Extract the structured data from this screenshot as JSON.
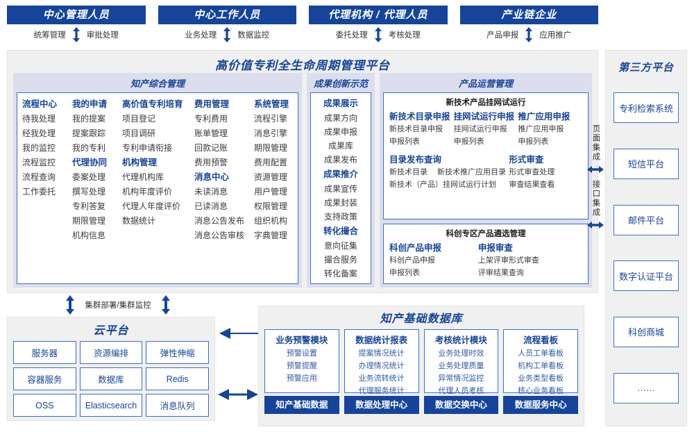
{
  "actors": [
    {
      "title": "中心管理人员",
      "left": "统筹管理",
      "right": "审批处理"
    },
    {
      "title": "中心工作人员",
      "left": "业务处理",
      "right": "数据监控"
    },
    {
      "title": "代理机构 / 代理人员",
      "left": "委托处理",
      "right": "考核处理"
    },
    {
      "title": "产业链企业",
      "left": "产品申报",
      "right": "应用推广"
    }
  ],
  "platform": {
    "title": "高价值专利全生命周期管理平台",
    "zones": {
      "ip_mgmt": {
        "title": "知产综合管理",
        "columns": [
          {
            "groups": [
              {
                "header": "流程中心",
                "items": [
                  "待我处理",
                  "经我处理",
                  "我的监控",
                  "流程监控",
                  "流程查询",
                  "工作委托"
                ]
              }
            ]
          },
          {
            "groups": [
              {
                "header": "我的申请",
                "items": [
                  "我的提案",
                  "提案跟踪",
                  "我的专利"
                ]
              },
              {
                "header": "代理协同",
                "items": [
                  "委案处理",
                  "撰写处理",
                  "专利答复",
                  "期限管理",
                  "机构信息"
                ]
              }
            ]
          },
          {
            "groups": [
              {
                "header": "高价值专利培育",
                "items": [
                  "项目登记",
                  "项目调研",
                  "专利申请衔接"
                ]
              },
              {
                "header": "机构管理",
                "items": [
                  "代理机构库",
                  "机构年度评价",
                  "代理人年度评价",
                  "数据统计"
                ]
              }
            ]
          },
          {
            "groups": [
              {
                "header": "费用管理",
                "items": [
                  "专利费用",
                  "账单管理",
                  "回款记账",
                  "费用预警"
                ]
              },
              {
                "header": "消息中心",
                "items": [
                  "未读消息",
                  "已读消息",
                  "消息公告发布",
                  "消息公告审核"
                ]
              }
            ]
          },
          {
            "groups": [
              {
                "header": "系统管理",
                "items": [
                  "流程引擎",
                  "消息引擎",
                  "期限管理",
                  "费用配置",
                  "资源管理",
                  "用户管理",
                  "权限管理",
                  "组织机构",
                  "字典管理"
                ]
              }
            ]
          }
        ]
      },
      "achievements": {
        "title": "成果创新示范",
        "groups": [
          {
            "header": "成果展示",
            "items": [
              "成果方向",
              "成果申报",
              "成果库",
              "成果发布"
            ]
          },
          {
            "header": "成果推介",
            "items": [
              "成果宣传",
              "成果封装",
              "支持政策"
            ]
          },
          {
            "header": "转化撮合",
            "items": [
              "意向征集",
              "撮合服务",
              "转化备案"
            ]
          }
        ]
      },
      "product_ops": {
        "title": "产品运营管理",
        "box1": {
          "caption": "新技术产品挂网试运行",
          "row1": [
            {
              "header": "新技术目录申报",
              "items": [
                "新技术目录申报",
                "申报列表"
              ]
            },
            {
              "header": "挂网试运行申报",
              "items": [
                "挂网试运行申报",
                "申报列表"
              ]
            },
            {
              "header": "推广应用申报",
              "items": [
                "推广应用申报",
                "申报列表"
              ]
            }
          ],
          "row2_left": {
            "header": "目录发布查询",
            "inline": [
              "新技术目录",
              "新技术推广应用目录"
            ],
            "items": [
              "新技术（产品）挂网试运行计划"
            ]
          },
          "row2_right": {
            "header": "形式审查",
            "items": [
              "形式审查处理",
              "审查结果查看"
            ]
          }
        },
        "box2": {
          "caption": "科创专区产品遴选管理",
          "columns": [
            {
              "header": "科创产品申报",
              "items": [
                "科创产品申报",
                "申报列表"
              ]
            },
            {
              "header": "申报审查",
              "items": [
                "上架评审形式审查",
                "评审结果查询"
              ]
            }
          ]
        }
      }
    }
  },
  "integration": {
    "page": "页面集成",
    "api": "接口集成"
  },
  "third_party": {
    "title": "第三方平台",
    "items": [
      "专利检索系统",
      "短信平台",
      "邮件平台",
      "数字认证平台",
      "科创商城",
      "……"
    ]
  },
  "cluster_label": "集群部署/集群监控",
  "cloud": {
    "title": "云平台",
    "cells": [
      "服务器",
      "资源编排",
      "弹性伸缩",
      "容器服务",
      "数据库",
      "Redis",
      "OSS",
      "Elasticsearch",
      "消息队列"
    ]
  },
  "database": {
    "title": "知产基础数据库",
    "columns": [
      {
        "header": "业务预警模块",
        "items": [
          "预警设置",
          "预警提醒",
          "预警应用"
        ],
        "footer": "知产基础数据"
      },
      {
        "header": "数据统计报表",
        "items": [
          "提案情况统计",
          "办理情况统计",
          "业务流转统计",
          "代理服务统计"
        ],
        "footer": "数据处理中心"
      },
      {
        "header": "考核统计模块",
        "items": [
          "业务处理时效",
          "业务处理质量",
          "异常情况监控",
          "代理人员考核"
        ],
        "footer": "数据交换中心"
      },
      {
        "header": "流程看板",
        "items": [
          "人员工单看板",
          "机构工单看板",
          "业务类型看板",
          "核心业务看板"
        ],
        "footer": "数据服务中心"
      }
    ]
  },
  "colors": {
    "brand": "#15449a",
    "zone_bg": "#dcdeee",
    "panel_bg": "#f0f0f0",
    "border": "#3b6fc4"
  }
}
